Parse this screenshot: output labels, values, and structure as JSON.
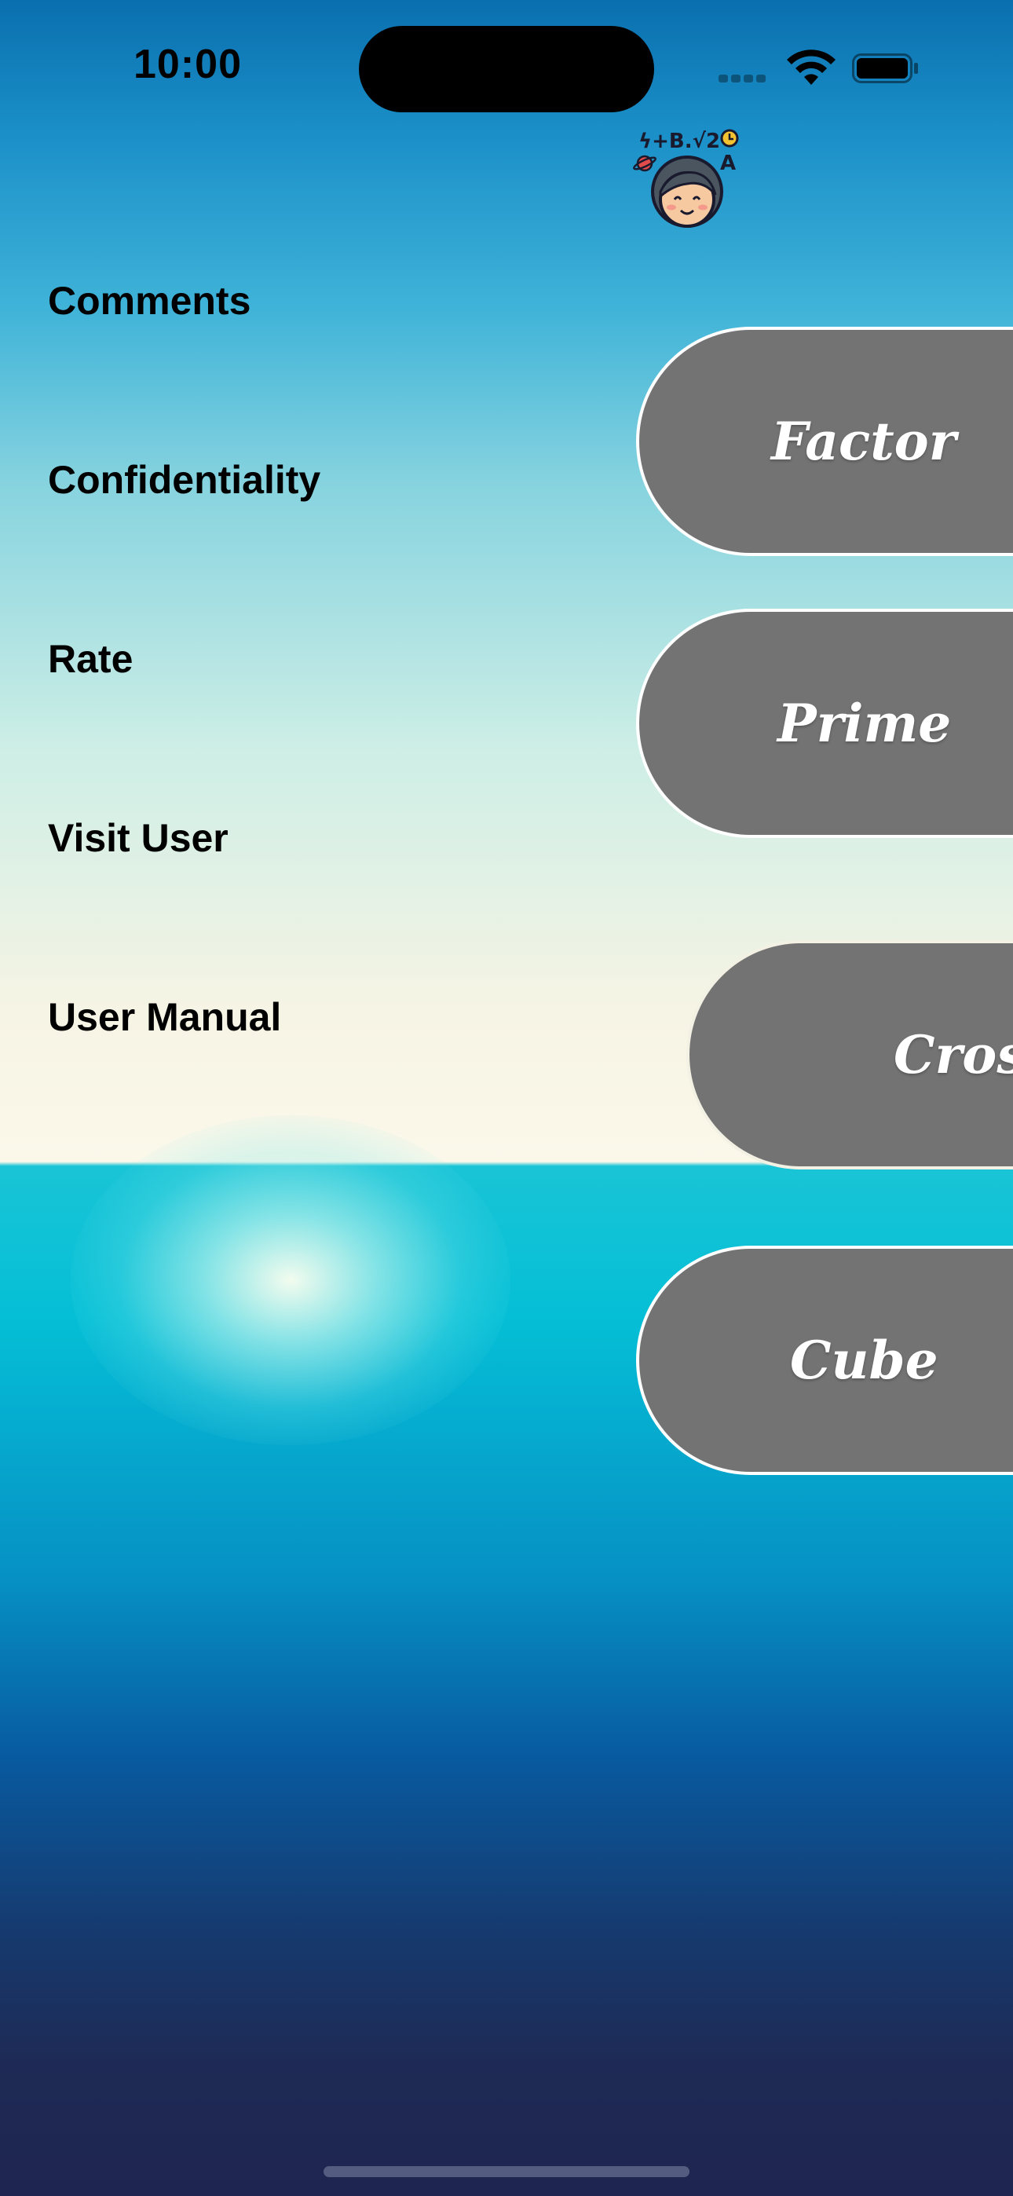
{
  "status_bar": {
    "time": "10:00"
  },
  "avatar": {
    "icon": "student-math-avatar-icon"
  },
  "menu": {
    "items": [
      {
        "label": "Comments"
      },
      {
        "label": "Confidentiality"
      },
      {
        "label": "Rate"
      },
      {
        "label": "Visit User"
      },
      {
        "label": "User Manual"
      }
    ]
  },
  "buttons": [
    {
      "label": "Factor"
    },
    {
      "label": "Prime"
    },
    {
      "label": "Cross"
    },
    {
      "label": "Cube"
    }
  ],
  "colors": {
    "button_fill": "#737373",
    "button_border": "#ffffff",
    "button_text": "#ffffff",
    "menu_text": "#000000"
  }
}
